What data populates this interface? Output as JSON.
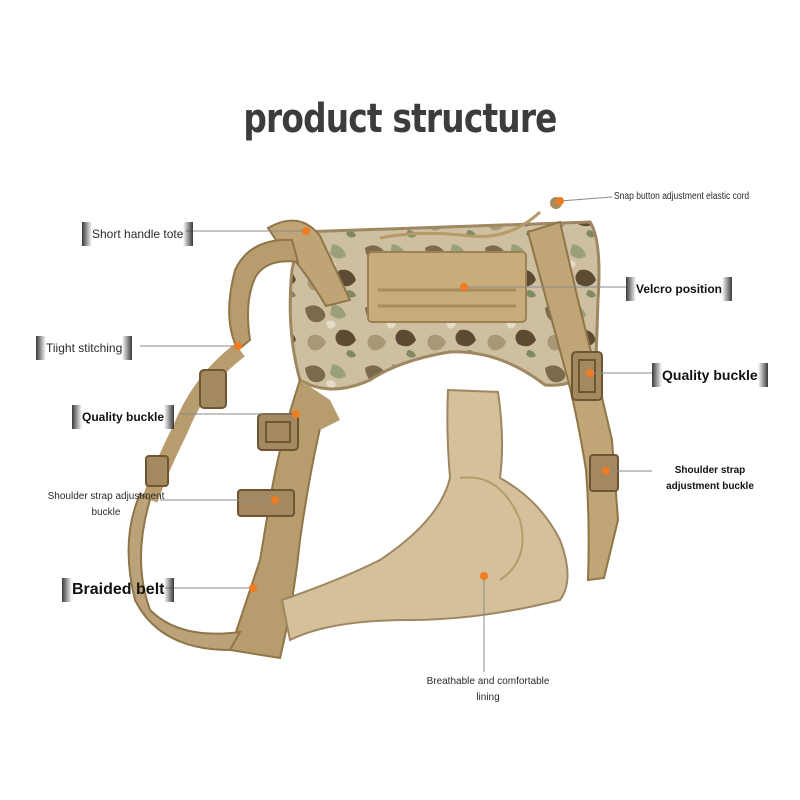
{
  "title": "product structure",
  "labels": {
    "snap_button": "Snap button adjustment elastic cord",
    "short_handle": "Short handle tote",
    "velcro": "Velcro position",
    "tight_stitching": "Tiight stitching",
    "quality_buckle_left": "Quality buckle",
    "quality_buckle_right": "Quality buckle",
    "shoulder_left": "Shoulder strap adjustment buckle",
    "shoulder_right": "Shoulder strap adjustment buckle",
    "braided_belt": "Braided belt",
    "breathable_lining": "Breathable and comfortable lining"
  },
  "colors": {
    "marker": "#f07c22",
    "strap": "#b79c6d",
    "strap_dark": "#8f7548",
    "camo_base": "#c9b99a",
    "tag_fade": "#3a3a3a"
  }
}
